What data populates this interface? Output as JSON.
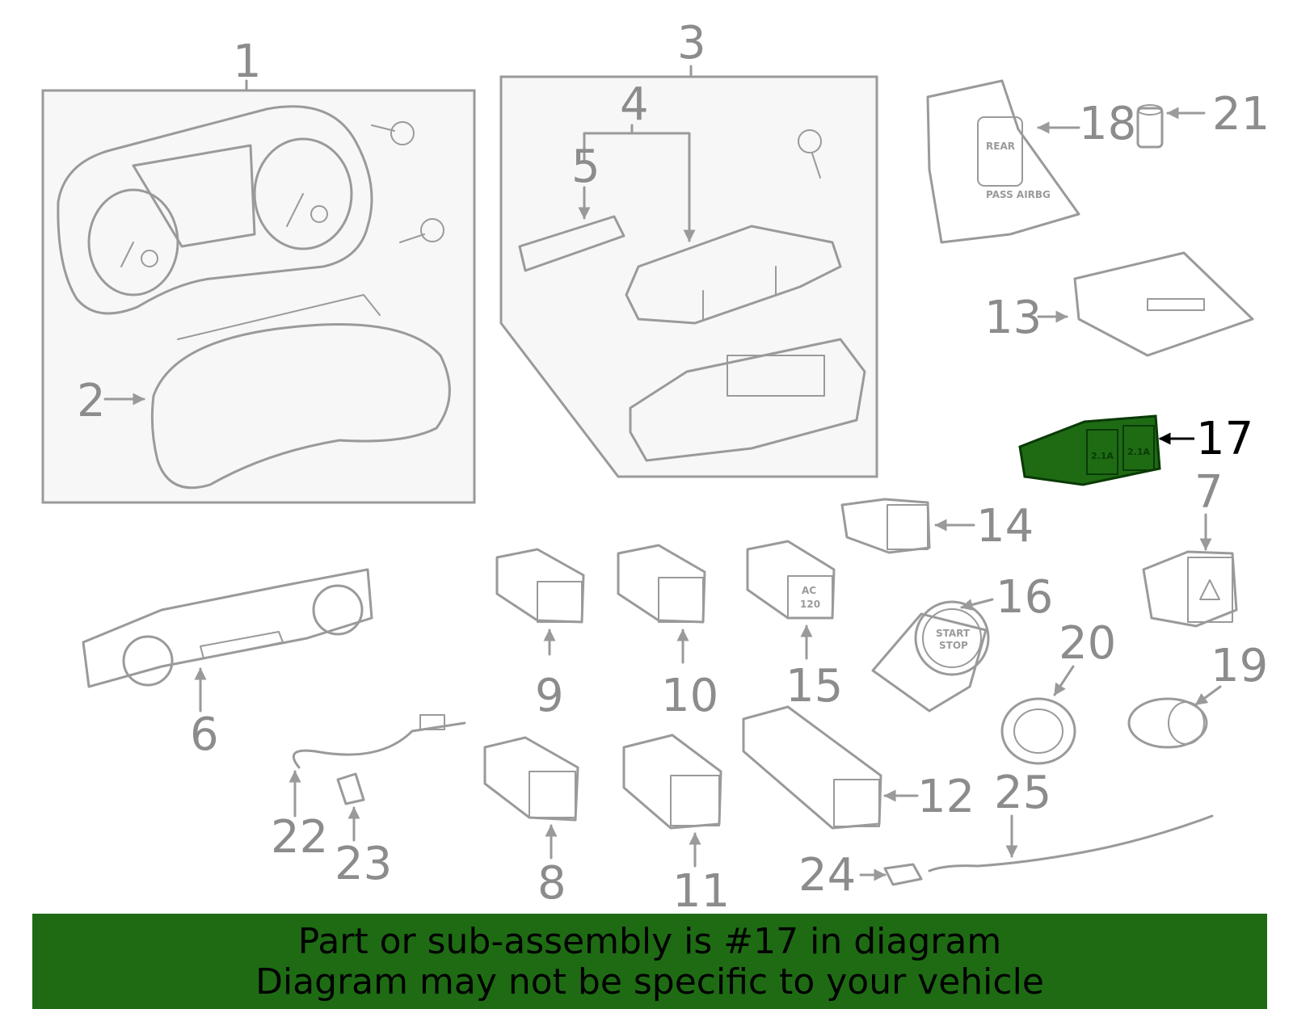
{
  "highlight": {
    "part_number": "17",
    "color": "#1e6b14"
  },
  "labels": {
    "p1": "1",
    "p2": "2",
    "p3": "3",
    "p4": "4",
    "p5": "5",
    "p6": "6",
    "p7": "7",
    "p8": "8",
    "p9": "9",
    "p10": "10",
    "p11": "11",
    "p12": "12",
    "p13": "13",
    "p14": "14",
    "p15": "15",
    "p16": "16",
    "p17": "17",
    "p18": "18",
    "p19": "19",
    "p20": "20",
    "p21": "21",
    "p22": "22",
    "p23": "23",
    "p24": "24",
    "p25": "25"
  },
  "part_text": {
    "airbag_rear": "REAR",
    "airbag_pass": "PASS AIRBG",
    "ac_ac": "AC",
    "ac_120": "120",
    "start_1": "START",
    "start_2": "STOP",
    "usb_1": "2.1A",
    "usb_2": "2.1A"
  },
  "banner": {
    "line1": "Part or sub-assembly is #17 in diagram",
    "line2": "Diagram may not be specific to your vehicle"
  }
}
